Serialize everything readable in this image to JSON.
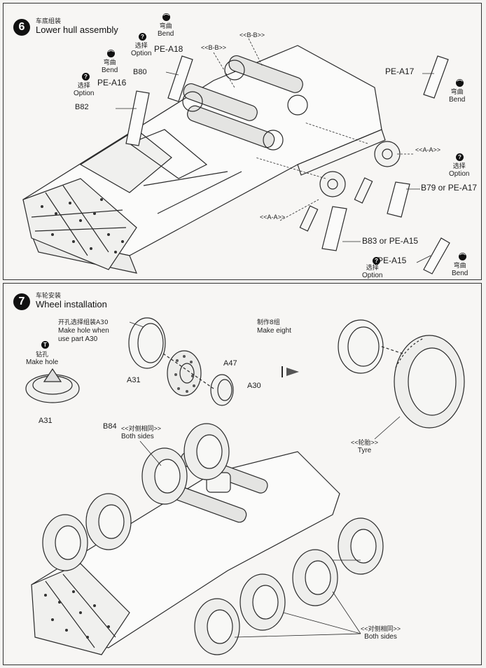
{
  "step6": {
    "number": "6",
    "title_cn": "车底组装",
    "title_en": "Lower hull assembly",
    "labels": {
      "bend_cn": "弯曲",
      "bend_en": "Bend",
      "option_cn": "选择",
      "option_en": "Option",
      "pe_a18": "PE-A18",
      "pe_a16": "PE-A16",
      "pe_a17": "PE-A17",
      "pe_a15": "PE-A15",
      "b80": "B80",
      "b82": "B82",
      "bb1": "<<B-B>>",
      "bb2": "<<B-B>>",
      "aa1": "<<A-A>>",
      "aa2": "<<A-A>>",
      "b79_or": "B79 or PE-A17",
      "b83_or": "B83 or PE-A15"
    }
  },
  "step7": {
    "number": "7",
    "title_cn": "车轮安装",
    "title_en": "Wheel installation",
    "labels": {
      "hole_cn": "开孔选择组装A30",
      "hole_en1": "Make hole when",
      "hole_en2": "use part A30",
      "make8_cn": "制作8组",
      "make8_en": "Make eight",
      "drill_cn": "钻孔",
      "drill_en": "Make hole",
      "a31a": "A31",
      "a31b": "A31",
      "a47": "A47",
      "a30": "A30",
      "b84": "B84",
      "both_cn1": "<<对侧相同>>",
      "both_en1": "Both sides",
      "tyre_cn": "<<轮胎>>",
      "tyre_en": "Tyre",
      "both_cn2": "<<对侧相同>>",
      "both_en2": "Both sides"
    }
  },
  "colors": {
    "ink": "#1e1e1e",
    "paper": "#f4f3f1"
  }
}
